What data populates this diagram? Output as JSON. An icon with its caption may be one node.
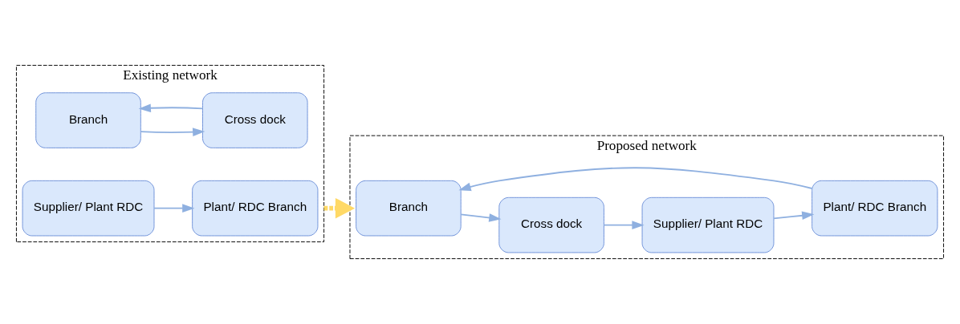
{
  "diagram": {
    "nodes": [
      {
        "text": [
          "Existing network"
        ]
      },
      {
        "text": [
          "Branch"
        ],
        "in": 0
      },
      {
        "text": [
          "Cross dock"
        ],
        "in": 0
      },
      {
        "text": [
          "Supplier/ Plant RDC"
        ],
        "in": 0
      },
      {
        "text": [
          "Plant/ RDC Branch"
        ],
        "in": 0
      },
      {
        "text": [
          "Proposed network"
        ]
      },
      {
        "text": [
          "Branch"
        ],
        "in": 5
      },
      {
        "text": [
          "Cross dock"
        ],
        "in": 5
      },
      {
        "text": [
          "Plant/ RDC Branch"
        ],
        "in": 5
      },
      {
        "text": [
          "Supplier/ Plant RDC"
        ],
        "in": 5
      }
    ],
    "edges": [
      {
        "from": 1,
        "to": 2,
        "arrow": "to"
      },
      {
        "from": 2,
        "to": 1,
        "arrow": "to"
      },
      {
        "from": 3,
        "to": 4,
        "arrow": "to"
      },
      {
        "from": 0,
        "to": 5,
        "arrow": "to",
        "style": "dashed",
        "color": "#ffd966"
      },
      {
        "from": 6,
        "to": 7,
        "arrow": "to"
      },
      {
        "from": 7,
        "to": 9,
        "arrow": "to"
      },
      {
        "from": 9,
        "to": 8,
        "arrow": "to"
      },
      {
        "from": 8,
        "to": 6,
        "arrow": "to"
      }
    ]
  }
}
